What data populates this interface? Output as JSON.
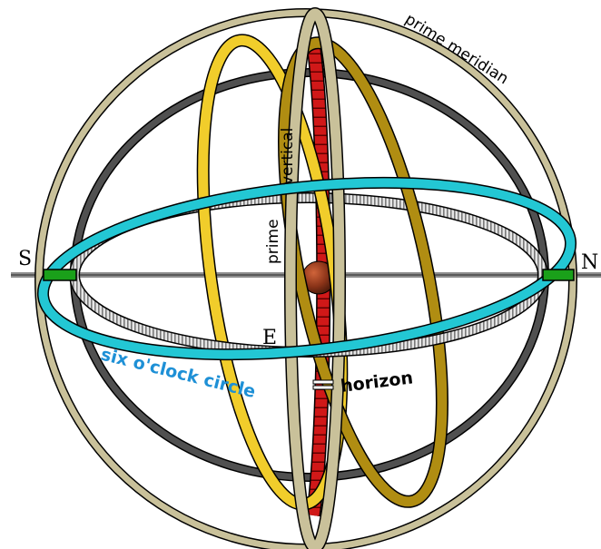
{
  "labels": {
    "south": "S",
    "north": "N",
    "east": "E",
    "prime_meridian": "prime meridian",
    "prime_vertical_line1": "prime",
    "prime_vertical_line2": "vertical",
    "six_oclock_circle": "six o'clock circle",
    "horizon": "horizon"
  },
  "colors": {
    "meridian_ring": "#c9c19a",
    "dark_ring": "#505050",
    "equator_ring": "#8c8c8c",
    "horizon_ring": "#23c7d4",
    "six_oclock_text": "#1e90d6",
    "yellow_ring": "#f1cd2b",
    "ochre_ring": "#b08d12",
    "red_ring": "#d01818",
    "earth": "#8a3318",
    "axis_mount": "#1aa01a"
  }
}
